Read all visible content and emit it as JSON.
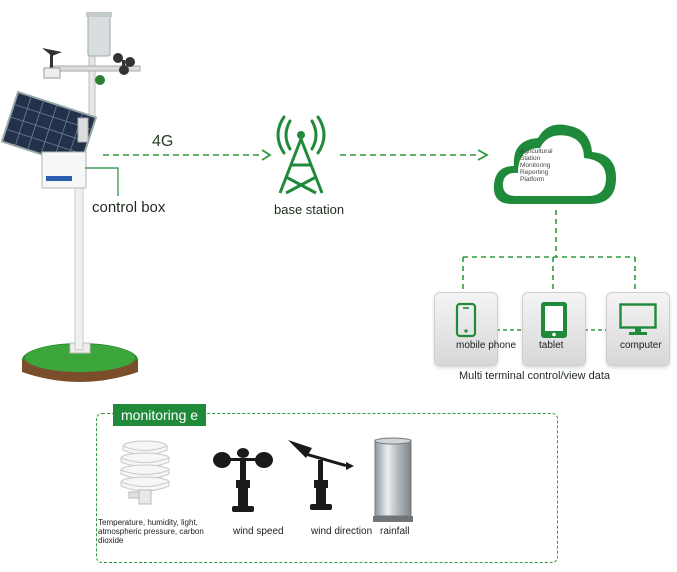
{
  "network": {
    "link_label": "4G",
    "control_box_label": "control box",
    "base_station_label": "base station",
    "cloud_text_lines": [
      "Agricultural",
      "Station",
      "Monitoring",
      "Reporting",
      "Platform"
    ],
    "multi_terminal_caption": "Multi terminal control/view data"
  },
  "terminals": [
    {
      "label": "mobile phone",
      "icon": "mobile-phone-icon"
    },
    {
      "label": "tablet",
      "icon": "tablet-icon"
    },
    {
      "label": "computer",
      "icon": "computer-icon"
    }
  ],
  "monitoring": {
    "title": "monitoring e",
    "sensors": [
      {
        "label": "Temperature, humidity, light, atmospheric pressure, carbon dioxide",
        "icon": "louvered-shield-sensor-icon"
      },
      {
        "label": "wind speed",
        "icon": "anemometer-icon"
      },
      {
        "label": "wind direction",
        "icon": "wind-vane-icon"
      },
      {
        "label": "rainfall",
        "icon": "rain-gauge-icon"
      }
    ]
  },
  "colors": {
    "accent_green": "#1f8b3a",
    "dashed_green": "#2f9b3d"
  }
}
